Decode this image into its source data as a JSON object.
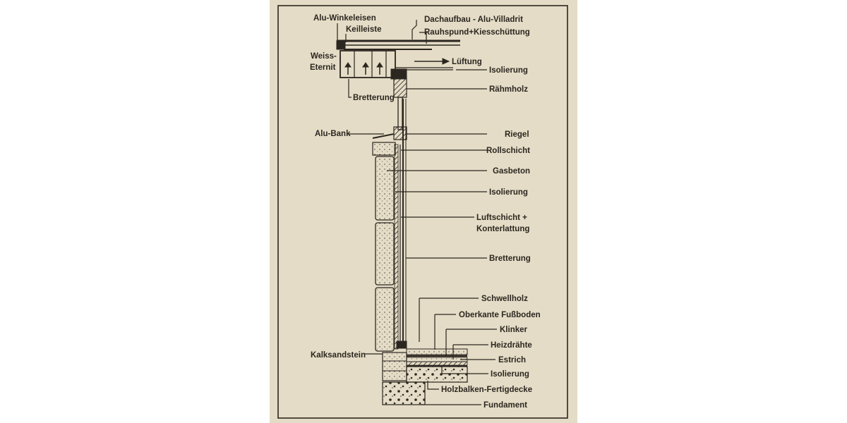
{
  "diagram": {
    "labels_left": {
      "alu_winkeleisen": "Alu-Winkeleisen",
      "keilleiste": "Keilleiste",
      "weiss": "Weiss-",
      "eternit": "Eternit",
      "bretterung_top": "Bretterung",
      "alu_bank": "Alu-Bank",
      "kalksandstein": "Kalksandstein"
    },
    "labels_right": {
      "dachaufbau": "Dachaufbau - Alu-Villadrit",
      "rauhspund": "Rauhspund+Kiesschüttung",
      "lueftung": "Lüftung",
      "isolierung_top": "Isolierung",
      "raehmholz": "Rähmholz",
      "riegel": "Riegel",
      "rollschicht": "Rollschicht",
      "gasbeton": "Gasbeton",
      "isolierung_mid": "Isolierung",
      "luftschicht": "Luftschicht +",
      "konterlattung": "Konterlattung",
      "bretterung": "Bretterung",
      "schwellholz": "Schwellholz",
      "oberkante": "Oberkante Fußboden",
      "klinker": "Klinker",
      "heizdraehte": "Heizdrähte",
      "estrich": "Estrich",
      "isolierung_bottom": "Isolierung",
      "holzbalken": "Holzbalken-Fertigdecke",
      "fundament": "Fundament"
    },
    "colors": {
      "paper": "#e4dcc6",
      "ink": "#2b2620"
    }
  }
}
